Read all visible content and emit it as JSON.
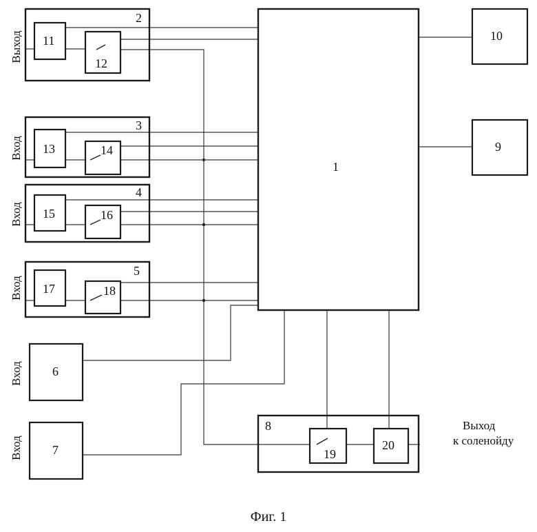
{
  "figure": {
    "caption": "Фиг. 1",
    "labels": {
      "output_2": "Выход",
      "input_3": "Вход",
      "input_4": "Вход",
      "input_5": "Вход",
      "input_6": "Вход",
      "input_7": "Вход",
      "output_8_line1": "Выход",
      "output_8_line2": "к соленойду"
    },
    "blocks": {
      "b1": "1",
      "b2": "2",
      "b3": "3",
      "b4": "4",
      "b5": "5",
      "b6": "6",
      "b7": "7",
      "b8": "8",
      "b9": "9",
      "b10": "10",
      "b11": "11",
      "b12": "12",
      "b13": "13",
      "b14": "14",
      "b15": "15",
      "b16": "16",
      "b17": "17",
      "b18": "18",
      "b19": "19",
      "b20": "20"
    }
  }
}
